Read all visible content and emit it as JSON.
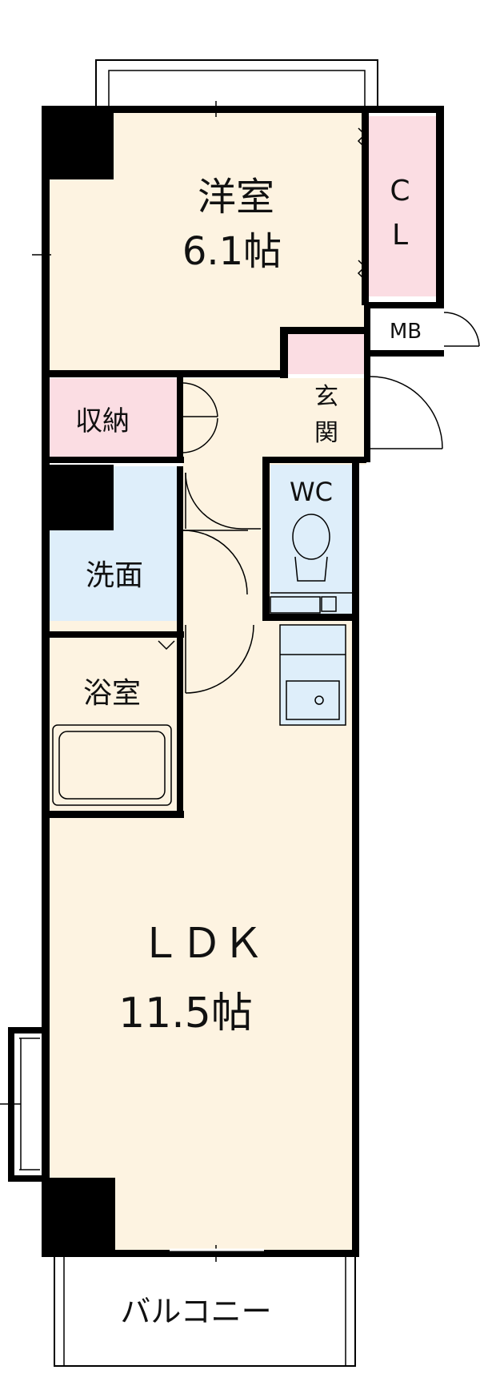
{
  "rooms": {
    "western_room": {
      "name": "洋室",
      "size": "6.1帖"
    },
    "closet": {
      "line1": "C",
      "line2": "L"
    },
    "meter_box": "MB",
    "storage": "収納",
    "entrance": {
      "line1": "玄",
      "line2": "関"
    },
    "wc": "WC",
    "washroom": "洗面",
    "bathroom": "浴室",
    "ldk": {
      "name": "ＬＤＫ",
      "size": "11.5帖"
    },
    "balcony": "バルコニー"
  },
  "colors": {
    "floor_cream": "#fdf3e1",
    "closet_pink": "#fbdde3",
    "water_blue": "#deeefa",
    "wall": "#000000"
  }
}
